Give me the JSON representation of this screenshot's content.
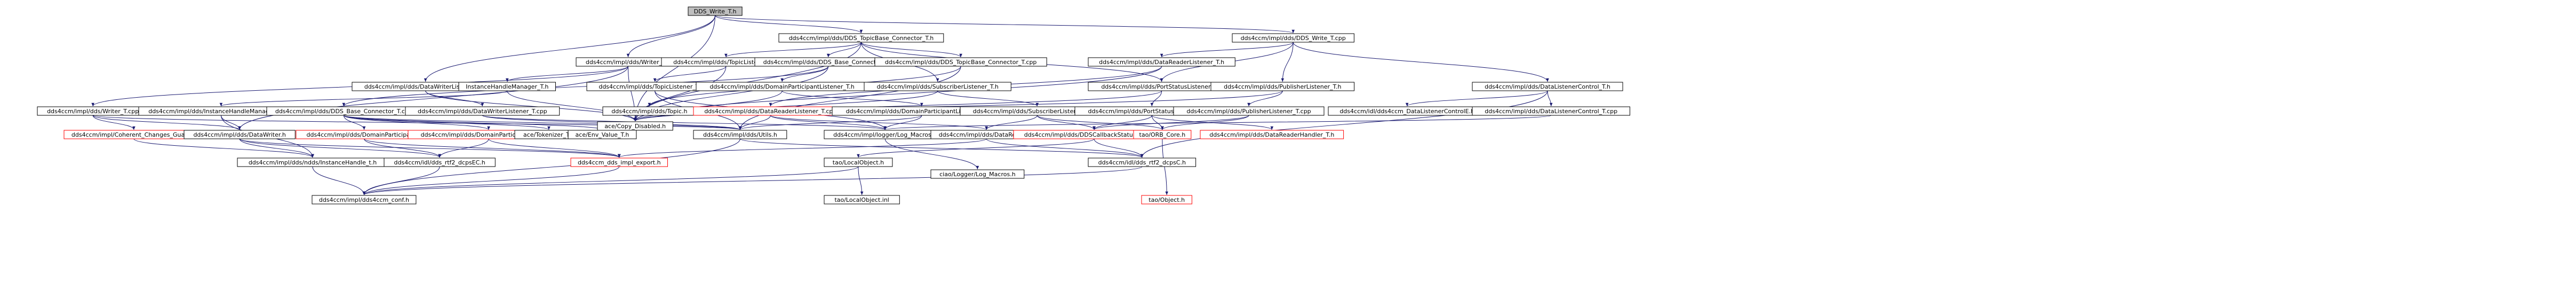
{
  "diagram": {
    "nodes": [
      {
        "id": "dds_write",
        "label": "DDS_Write_T.h",
        "root": true
      },
      {
        "id": "topic_base_h",
        "label": "dds4ccm/impl/dds/DDS_TopicBase_Connector_T.h"
      },
      {
        "id": "write_cpp",
        "label": "dds4ccm/impl/dds/DDS_Write_T.cpp"
      },
      {
        "id": "writer_h",
        "label": "dds4ccm/impl/dds/Writer_T.h"
      },
      {
        "id": "topic_listener_h",
        "label": "dds4ccm/impl/dds/TopicListener_T.h"
      },
      {
        "id": "base_conn_h",
        "label": "dds4ccm/impl/dds/DDS_Base_Connector_T.h"
      },
      {
        "id": "topic_base_cpp",
        "label": "dds4ccm/impl/dds/DDS_TopicBase_Connector_T.cpp"
      },
      {
        "id": "data_reader_listener_h",
        "label": "dds4ccm/impl/dds/DataReaderListener_T.h"
      },
      {
        "id": "dw_listener_h",
        "label": "dds4ccm/impl/dds/DataWriterListener_T.h"
      },
      {
        "id": "ihm_h",
        "label": "InstanceHandleManager_T.h"
      },
      {
        "id": "topic_listener_cpp",
        "label": "dds4ccm/impl/dds/TopicListener_T.cpp"
      },
      {
        "id": "dp_listener_h",
        "label": "dds4ccm/impl/dds/DomainParticipantListener_T.h"
      },
      {
        "id": "sub_listener_h",
        "label": "dds4ccm/impl/dds/SubscriberListener_T.h"
      },
      {
        "id": "port_status_listener_h",
        "label": "dds4ccm/impl/dds/PortStatusListener_T.h"
      },
      {
        "id": "pub_listener_h",
        "label": "dds4ccm/impl/dds/PublisherListener_T.h"
      },
      {
        "id": "dlc_h",
        "label": "dds4ccm/impl/dds/DataListenerControl_T.h"
      },
      {
        "id": "writer_cpp",
        "label": "dds4ccm/impl/dds/Writer_T.cpp"
      },
      {
        "id": "ihm_cpp",
        "label": "dds4ccm/impl/dds/InstanceHandleManager_T.cpp"
      },
      {
        "id": "base_conn_cpp",
        "label": "dds4ccm/impl/dds/DDS_Base_Connector_T.cpp"
      },
      {
        "id": "dw_listener_cpp",
        "label": "dds4ccm/impl/dds/DataWriterListener_T.cpp"
      },
      {
        "id": "topic_h",
        "label": "dds4ccm/impl/dds/Topic.h"
      },
      {
        "id": "copy_disabled",
        "label": "ace/Copy_Disabled.h"
      },
      {
        "id": "drl_cpp",
        "label": "dds4ccm/impl/dds/DataReaderListener_T.cpp",
        "red": true
      },
      {
        "id": "dpl_cpp",
        "label": "dds4ccm/impl/dds/DomainParticipantListener_T.cpp"
      },
      {
        "id": "sub_listener_cpp",
        "label": "dds4ccm/impl/dds/SubscriberListener_T.cpp"
      },
      {
        "id": "psl_cpp",
        "label": "dds4ccm/impl/dds/PortStatusListener_T.cpp"
      },
      {
        "id": "pub_listener_cpp",
        "label": "dds4ccm/impl/dds/PublisherListener_T.cpp"
      },
      {
        "id": "dlc_e",
        "label": "dds4ccm/idl/dds4ccm_DataListenerControlE.h"
      },
      {
        "id": "dlc_cpp",
        "label": "dds4ccm/impl/dds/DataListenerControl_T.cpp"
      },
      {
        "id": "coherent",
        "label": "dds4ccm/impl/Coherent_Changes_Guard.h",
        "red": true
      },
      {
        "id": "datawriter_h",
        "label": "dds4ccm/impl/dds/DataWriter.h"
      },
      {
        "id": "dp_h",
        "label": "dds4ccm/impl/dds/DomainParticipant.h",
        "red": true
      },
      {
        "id": "dpf_h",
        "label": "dds4ccm/impl/dds/DomainParticipantFactory.h",
        "red": true
      },
      {
        "id": "tokenizer",
        "label": "ace/Tokenizer_T.h"
      },
      {
        "id": "env_value",
        "label": "ace/Env_Value_T.h"
      },
      {
        "id": "utils_h",
        "label": "dds4ccm/impl/dds/Utils.h"
      },
      {
        "id": "logger_macros",
        "label": "dds4ccm/impl/logger/Log_Macros.h"
      },
      {
        "id": "datareader_h",
        "label": "dds4ccm/impl/dds/DataReader.h"
      },
      {
        "id": "dds_cb_handler",
        "label": "dds4ccm/impl/dds/DDSCallbackStatusHandler.h",
        "red": true
      },
      {
        "id": "tao_orb_core",
        "label": "tao/ORB_Core.h",
        "red": true
      },
      {
        "id": "drh_cpp",
        "label": "dds4ccm/impl/dds/DataReaderHandler_T.h",
        "red": true
      },
      {
        "id": "ndds_ih",
        "label": "dds4ccm/impl/dds/ndds/InstanceHandle_t.h"
      },
      {
        "id": "dds_rti_h",
        "label": "dds4ccm/idl/dds_rtf2_dcpsEC.h"
      },
      {
        "id": "dds_impl_export",
        "label": "dds4ccm_dds_impl_export.h",
        "red": true
      },
      {
        "id": "tao_local_object",
        "label": "tao/LocalObject.h"
      },
      {
        "id": "ciao_log_macros",
        "label": "ciao/Logger/Log_Macros.h"
      },
      {
        "id": "dds_rti_c",
        "label": "dds4ccm/idl/dds_rtf2_dcpsC.h"
      },
      {
        "id": "conf_h",
        "label": "dds4ccm/impl/dds4ccm_conf.h"
      },
      {
        "id": "tao_local_object_inl",
        "label": "tao/LocalObject.inl"
      },
      {
        "id": "tao_object",
        "label": "tao/Object.h",
        "red": true
      }
    ]
  }
}
